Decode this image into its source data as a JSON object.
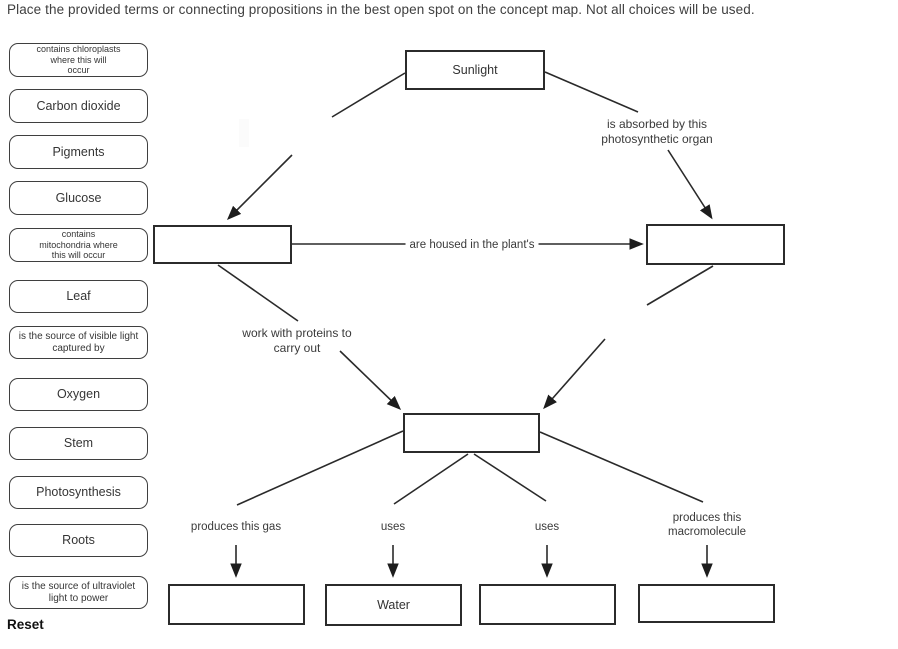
{
  "title": "Place the provided terms or connecting propositions in the best open spot on the concept map. Not all choices will be used.",
  "bank": {
    "reset_label": "Reset",
    "items": [
      {
        "label": "contains chloroplasts\nwhere this will\noccur"
      },
      {
        "label": "Carbon dioxide"
      },
      {
        "label": "Pigments"
      },
      {
        "label": "Glucose"
      },
      {
        "label": "contains\nmitochondria where\nthis will occur"
      },
      {
        "label": "Leaf"
      },
      {
        "label": "is the source of visible light\ncaptured by"
      },
      {
        "label": "Oxygen"
      },
      {
        "label": "Stem"
      },
      {
        "label": "Photosynthesis"
      },
      {
        "label": "Roots"
      },
      {
        "label": "is the source of ultraviolet\nlight to power"
      }
    ]
  },
  "map": {
    "nodes": {
      "sunlight": "Sunlight",
      "water": "Water"
    },
    "connectors": {
      "absorbed": "is absorbed by this\nphotosynthetic organ",
      "housed": "are housed in the plant's",
      "work_with": "work with proteins to\ncarry out",
      "produces_gas": "produces this gas",
      "uses_left": "uses",
      "uses_right": "uses",
      "produces_macro": "produces this\nmacromolecule"
    }
  }
}
